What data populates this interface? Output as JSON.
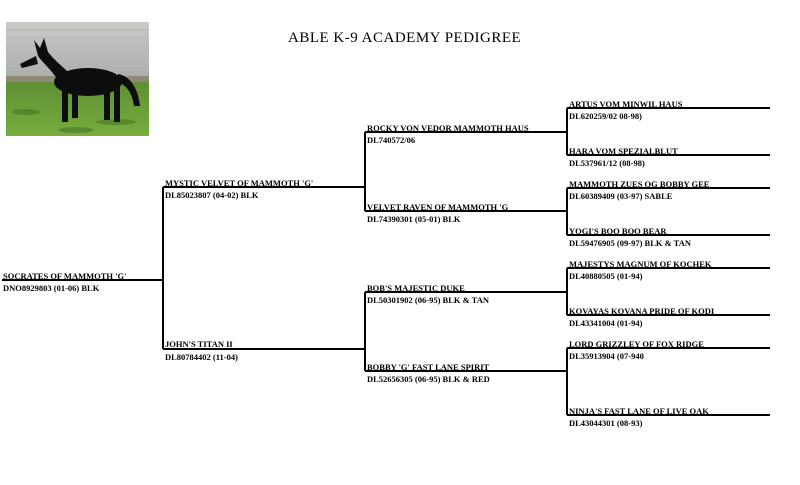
{
  "title": "ABLE  K-9  ACADEMY  PEDIGREE",
  "photo": {
    "subject": "black german shepherd dog standing on grass"
  },
  "pedigree": {
    "subject": {
      "name": "SOCRATES OF MAMMOTH 'G'",
      "reg": "DNO8929803 (01-06) BLK"
    },
    "sire": {
      "name": "MYSTIC VELVET OF MAMMOTH 'G'",
      "reg": "DL85023807 (04-02)  BLK"
    },
    "dam": {
      "name": "JOHN'S TITAN II",
      "reg": "DL80784402 (11-04)"
    },
    "sire_sire": {
      "name": "ROCKY VON VEDOR MAMMOTH HAUS",
      "reg": "DL740572/06"
    },
    "sire_dam": {
      "name": "VELVET RAVEN OF MAMMOTH 'G",
      "reg": "DL74390301 (05-01) BLK"
    },
    "dam_sire": {
      "name": "BOB'S MAJESTIC DUKE",
      "reg": "DL50301902 (06-95) BLK & TAN"
    },
    "dam_dam": {
      "name": "BOBBY 'G' FAST LANE SPIRIT",
      "reg": "DL52656305 (06-95) BLK & RED"
    },
    "gen3": [
      {
        "name": "ARTUS VOM MINWIL HAUS",
        "reg": "DL620259/02 08-98)"
      },
      {
        "name": "HARA VOM SPEZIALBLUT",
        "reg": "DL537961/12 (08-98)"
      },
      {
        "name": "MAMMOTH ZUES OG BOBBY GEE",
        "reg": "DL60389409 (03-97) SABLE"
      },
      {
        "name": "YOGI'S BOO BOO BEAR",
        "reg": "DL59476905 (09-97) BLK & TAN"
      },
      {
        "name": "MAJESTYS MAGNUM OF KOCHEK",
        "reg": "DL40880505 (01-94)"
      },
      {
        "name": "KOVAYAS KOVANA PRIDE OF KODI",
        "reg": "DL43341004 (01-94)"
      },
      {
        "name": "LORD GRIZZLEY OF FOX RIDGE",
        "reg": "DL35913904 (07-940"
      },
      {
        "name": "NINJA'S FAST LANE OF LIVE OAK",
        "reg": "DL43044301 (08-93)"
      }
    ]
  }
}
